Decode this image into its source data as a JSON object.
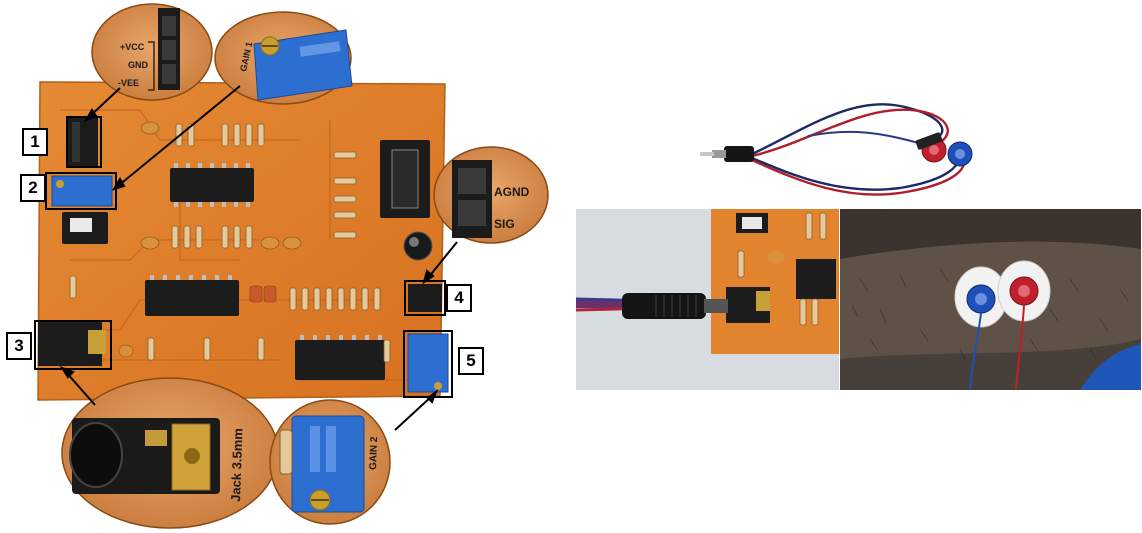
{
  "figure": {
    "callouts": [
      {
        "number": "1"
      },
      {
        "number": "2"
      },
      {
        "number": "3"
      },
      {
        "number": "4"
      },
      {
        "number": "5"
      }
    ],
    "zoom_power": {
      "vcc": "+VCC",
      "gnd": "GND",
      "vee": "-VEE"
    },
    "zoom_gain1": {
      "text": "GAIN 1"
    },
    "zoom_output": {
      "agnd": "AGND",
      "sig": "SIG"
    },
    "zoom_jack": {
      "text": "Jack 3.5mm"
    },
    "zoom_gain2": {
      "text": "GAIN 2"
    },
    "colors": {
      "pcb": "#e2832e",
      "pcb_dark": "#c96a1c",
      "pot_blue": "#2d6fd1",
      "electrode_red": "#c0202c",
      "electrode_blue": "#1f4fb8",
      "skin": "#6b5a4c"
    }
  }
}
